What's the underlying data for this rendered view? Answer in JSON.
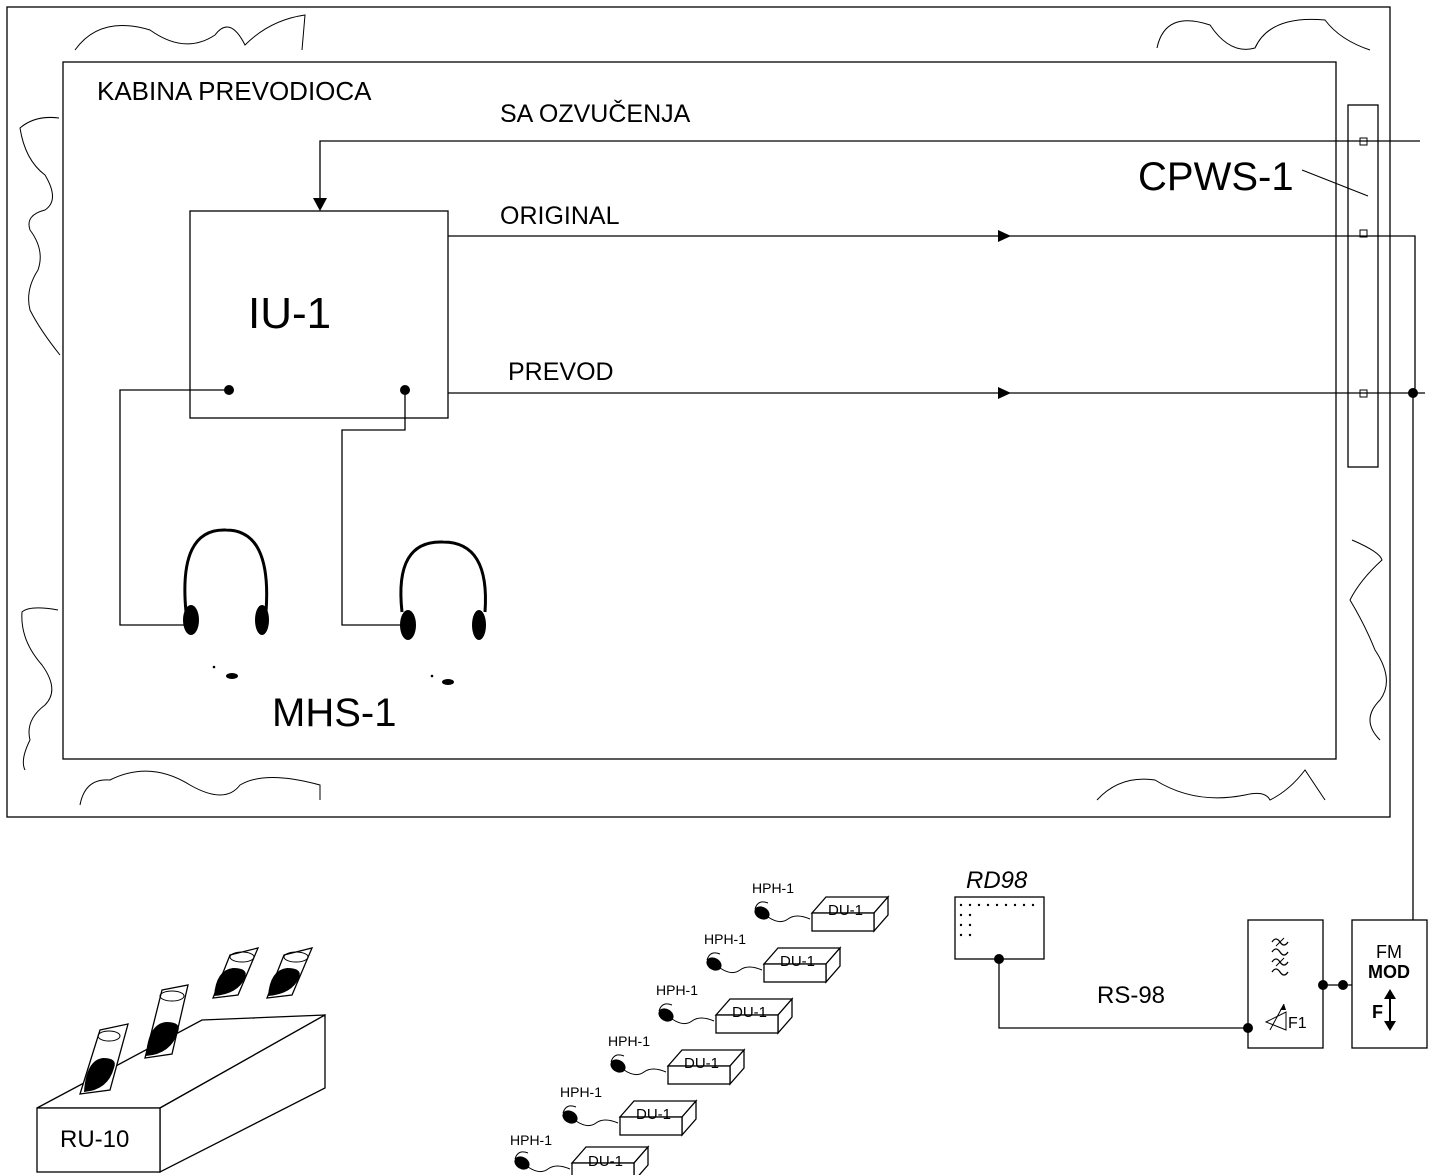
{
  "booth": {
    "title": "KABINA  PREVODIOCA"
  },
  "signals": {
    "from_pa": "SA OZVUČENJA",
    "original": "ORIGINAL",
    "translation": "PREVOD"
  },
  "devices": {
    "interpreter_unit": "IU-1",
    "wall_socket": "CPWS-1",
    "headsets": "MHS-1",
    "receiver_display": "RD98",
    "rs_link": "RS-98",
    "filter_label": "F1",
    "modulator_line1": "FM",
    "modulator_line2": "MOD",
    "modulator_freq": "F",
    "remote_unit": "RU-10",
    "headphone_label": "HPH-1",
    "distribution_label": "DU-1"
  },
  "icons": [
    "headphones-icon",
    "filter-icon",
    "tuning-arrow-icon",
    "frequency-arrow-icon",
    "earpiece-icon"
  ]
}
